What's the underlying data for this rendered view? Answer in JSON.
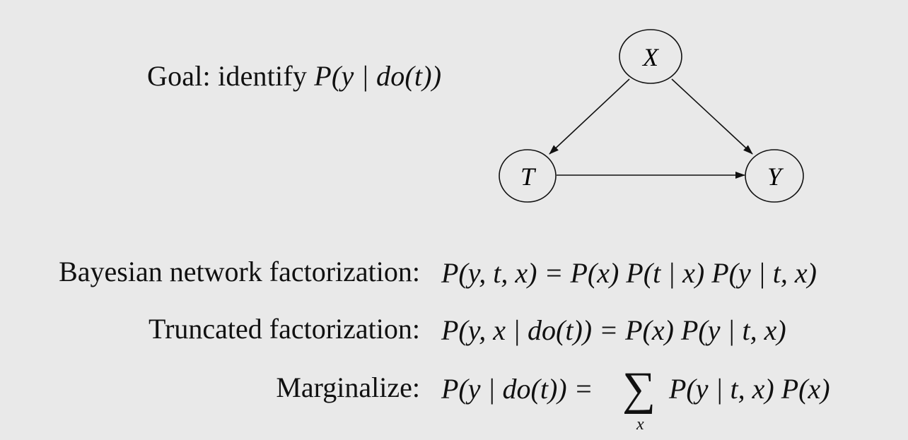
{
  "goal": {
    "prefix": "Goal: identify",
    "expression": "P(y | do(t))"
  },
  "graph": {
    "nodes": [
      {
        "id": "X",
        "label": "X"
      },
      {
        "id": "T",
        "label": "T"
      },
      {
        "id": "Y",
        "label": "Y"
      }
    ],
    "edges": [
      {
        "from": "X",
        "to": "T"
      },
      {
        "from": "X",
        "to": "Y"
      },
      {
        "from": "T",
        "to": "Y"
      }
    ],
    "colors": {
      "stroke": "#111111",
      "node_fill": "#e9e9e9"
    }
  },
  "rows": [
    {
      "label": "Bayesian network factorization:",
      "formula": "P(y, t, x) = P(x) P(t | x) P(y | t, x)"
    },
    {
      "label": "Truncated factorization:",
      "formula": "P(y, x | do(t)) = P(x) P(y | t, x)"
    },
    {
      "label": "Marginalize:",
      "formula_left": "P(y | do(t)) =",
      "sum_symbol": "∑",
      "sum_index": "x",
      "formula_right": "P(y | t, x) P(x)"
    }
  ],
  "background": "#e9e9e9"
}
